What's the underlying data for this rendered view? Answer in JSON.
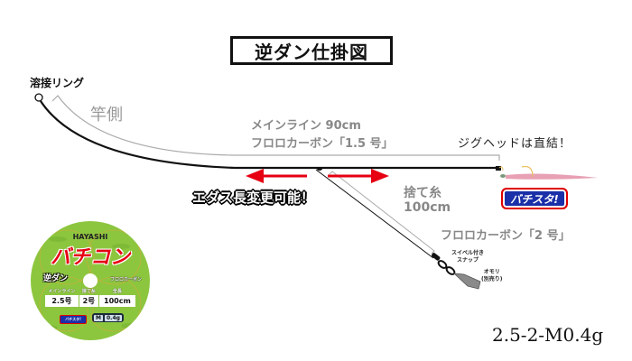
{
  "title": "逆ダン仕掛図",
  "labels": {
    "welded_ring": "溶接リング",
    "rod_side": "竿側",
    "main_line_length": "メインライン 90cm",
    "main_line_material": "フロロカーボン「1.5 号」",
    "jig_head": "ジグヘッドは直結！",
    "branch_line_name": "捨て糸",
    "branch_line_length": "100cm",
    "branch_line_material": "フロロカーボン「2 号」",
    "adjustable": "エダス長変更可能！",
    "snap_line1": "スイベル付き",
    "snap_line2": "スナップ",
    "sinker_line1": "オモリ",
    "sinker_line2": "(別売り)",
    "product_code": "2.5-2-M0.4g"
  },
  "brand_logo": "バチスタ!",
  "spool": {
    "maker": "HAYASHI",
    "product": "バチコン",
    "subtitle": "逆ダン",
    "material": "フロロカーボン",
    "headers": [
      "メインライン",
      "捨て糸",
      "全長"
    ],
    "values": [
      "2.5号",
      "2号",
      "100cm"
    ],
    "mini_logo": "バチスタ!",
    "size_letter": "M",
    "size_weight": "0.4g"
  },
  "colors": {
    "arrow": "#e60012",
    "line": "#111111",
    "guide": "#aaaaaa",
    "label_gray": "#888888",
    "spool_green": "#8cc63f",
    "lure_pink": "#e8a0b4"
  }
}
